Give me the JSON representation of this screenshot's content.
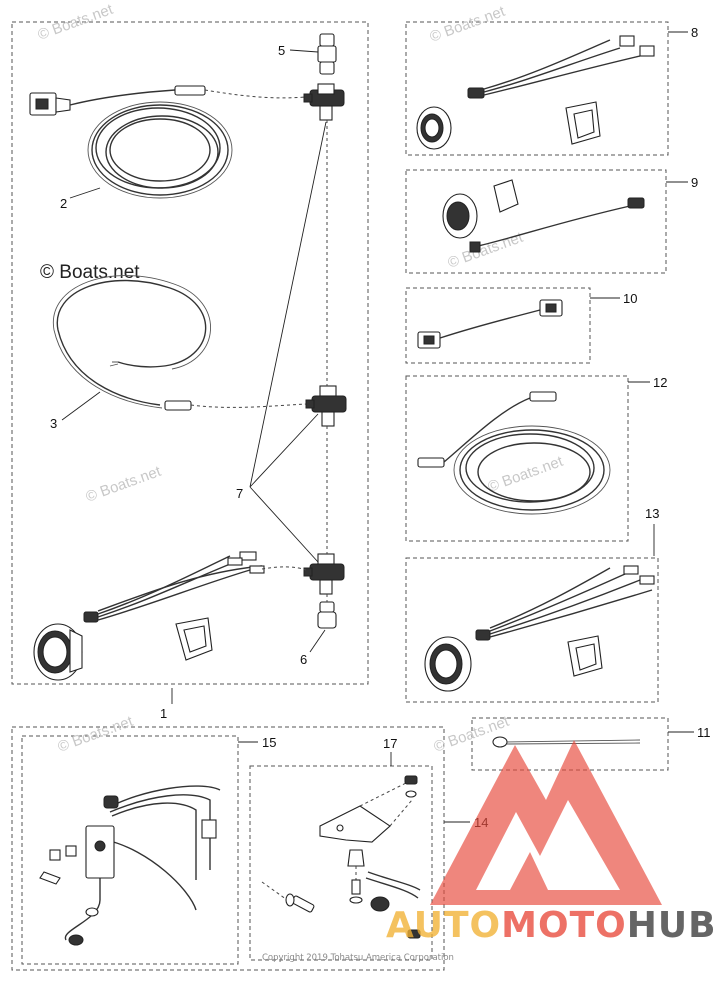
{
  "callouts": {
    "c1": "1",
    "c2": "2",
    "c3": "3",
    "c5": "5",
    "c6": "6",
    "c7": "7",
    "c8": "8",
    "c9": "9",
    "c10": "10",
    "c11": "11",
    "c12": "12",
    "c13": "13",
    "c14": "14",
    "c15": "15",
    "c17": "17"
  },
  "watermarks": {
    "small": "© Boats.net",
    "large": "© Boats.net"
  },
  "copyright": "Copyright 2019 Tohatsu America Corporation",
  "brand": {
    "part1": "AUTO",
    "part2": "MOTO",
    "part3": "HUB",
    "color_auto": "#f2b134",
    "color_moto": "#e84a3c",
    "color_hub": "#3a3a3a"
  }
}
